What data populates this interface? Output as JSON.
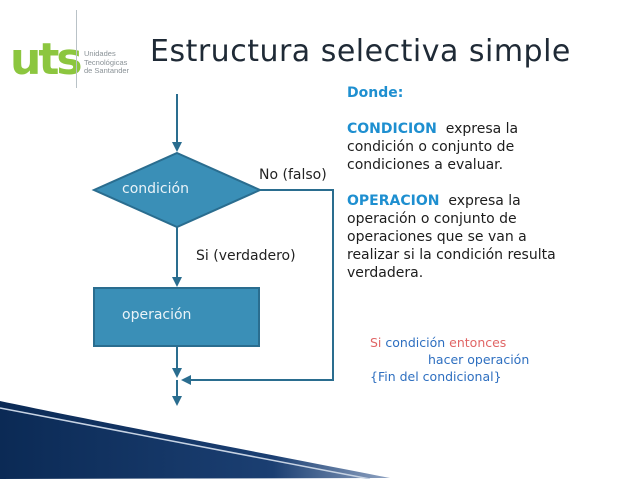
{
  "colors": {
    "logo_green": "#8cc63f",
    "title": "#1f2a36",
    "flow_fill": "#3a8fb7",
    "flow_stroke": "#2a6d8f",
    "keyword": "#1e8fd0",
    "pseudo_keyword": "#e06666",
    "pseudo_blue": "#2e6fc0"
  },
  "logo": {
    "text": "uts",
    "subtitle_lines": [
      "Unidades",
      "Tecnológicas",
      "de Santander"
    ]
  },
  "title": "Estructura selectiva simple",
  "flowchart": {
    "decision": "condición",
    "process": "operación",
    "false_label": "No (falso)",
    "true_label": "Si (verdadero)"
  },
  "explanation": {
    "heading": "Donde:",
    "condicion_keyword": "CONDICION",
    "condicion_text_1": "expresa la",
    "condicion_text_2": "condición o conjunto de",
    "condicion_text_3": "condiciones a evaluar.",
    "operacion_keyword": "OPERACION",
    "operacion_text_1": "expresa la",
    "operacion_text_2": "operación o conjunto de",
    "operacion_text_3": "operaciones que se van a",
    "operacion_text_4": "realizar si la condición resulta",
    "operacion_text_5": "verdadera."
  },
  "pseudocode": {
    "si": "Si",
    "condicion": "condición",
    "entonces": "entonces",
    "hacer": "hacer operación",
    "fin": "{Fin del condicional}"
  },
  "decoration": {
    "bottom_swoosh": "dark-blue-swoosh"
  }
}
